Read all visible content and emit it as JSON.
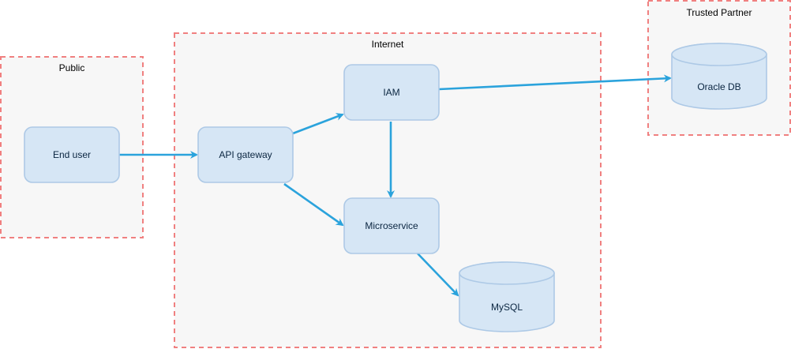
{
  "zones": {
    "public": {
      "label": "Public"
    },
    "internet": {
      "label": "Internet"
    },
    "trusted_partner": {
      "label": "Trusted Partner"
    }
  },
  "nodes": {
    "end_user": {
      "label": "End user",
      "shape": "rounded-rectangle"
    },
    "api_gateway": {
      "label": "API gateway",
      "shape": "rounded-rectangle"
    },
    "iam": {
      "label": "IAM",
      "shape": "rounded-rectangle"
    },
    "microservice": {
      "label": "Microservice",
      "shape": "rounded-rectangle"
    },
    "mysql": {
      "label": "MySQL",
      "shape": "cylinder"
    },
    "oracle_db": {
      "label": "Oracle DB",
      "shape": "cylinder"
    }
  },
  "edges": [
    {
      "from": "end_user",
      "to": "api_gateway"
    },
    {
      "from": "api_gateway",
      "to": "iam"
    },
    {
      "from": "api_gateway",
      "to": "microservice"
    },
    {
      "from": "iam",
      "to": "microservice"
    },
    {
      "from": "iam",
      "to": "oracle_db"
    },
    {
      "from": "microservice",
      "to": "mysql"
    }
  ],
  "colors": {
    "zone_border": "#f08080",
    "zone_fill": "#f7f7f7",
    "node_fill": "#d6e6f5",
    "node_border": "#adc9e6",
    "edge": "#2ba3dc"
  }
}
